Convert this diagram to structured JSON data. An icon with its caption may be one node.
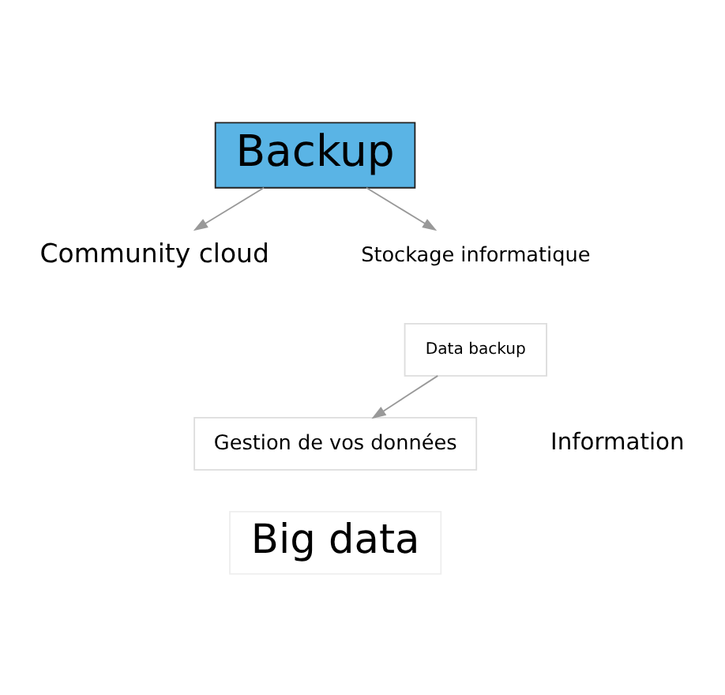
{
  "diagram": {
    "nodes": [
      {
        "text": [
          "Backup"
        ]
      },
      {
        "text": [
          "Community cloud"
        ]
      },
      {
        "text": [
          "Stockage informatique"
        ]
      },
      {
        "text": [
          "Data backup"
        ]
      },
      {
        "text": [
          "Gestion de vos données"
        ]
      },
      {
        "text": [
          "Information"
        ]
      },
      {
        "text": [
          "Big data"
        ]
      }
    ],
    "edges": [
      {
        "from": 0,
        "to": 1,
        "arrow": "to",
        "color": "#999999"
      },
      {
        "from": 0,
        "to": 2,
        "arrow": "to",
        "color": "#999999"
      },
      {
        "from": 3,
        "to": 4,
        "arrow": "to",
        "color": "#999999"
      }
    ]
  }
}
